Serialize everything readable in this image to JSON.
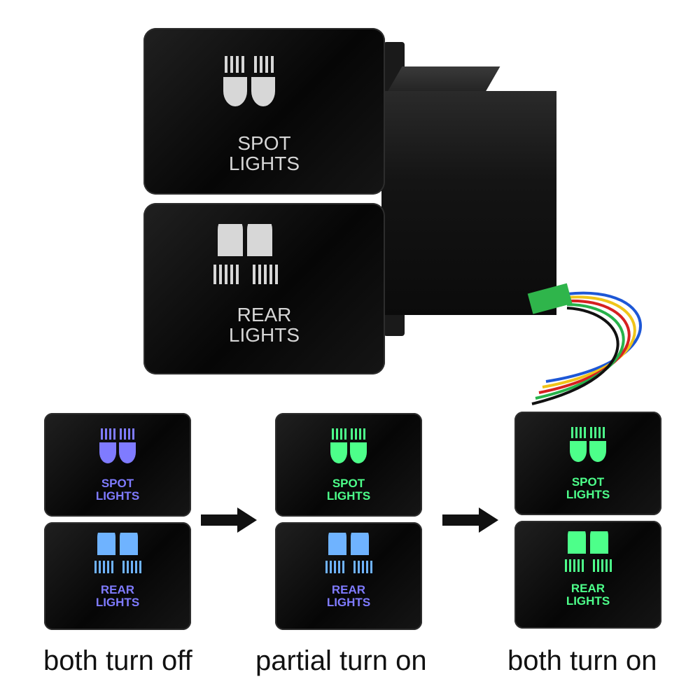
{
  "main_switch": {
    "top_label_line1": "SPOT",
    "top_label_line2": "LIGHTS",
    "bottom_label_line1": "REAR",
    "bottom_label_line2": "LIGHTS"
  },
  "states": [
    {
      "caption": "both turn off",
      "top_label_line1": "SPOT",
      "top_label_line2": "LIGHTS",
      "bottom_label_line1": "REAR",
      "bottom_label_line2": "LIGHTS",
      "top_color": "#7f7bff",
      "bottom_color": "#6fb3ff"
    },
    {
      "caption": "partial turn on",
      "top_label_line1": "SPOT",
      "top_label_line2": "LIGHTS",
      "bottom_label_line1": "REAR",
      "bottom_label_line2": "LIGHTS",
      "top_color": "#4dff8a",
      "bottom_color": "#6fb3ff"
    },
    {
      "caption": "both turn on",
      "top_label_line1": "SPOT",
      "top_label_line2": "LIGHTS",
      "bottom_label_line1": "REAR",
      "bottom_label_line2": "LIGHTS",
      "top_color": "#4dff8a",
      "bottom_color": "#4dff8a"
    }
  ],
  "colors": {
    "wire_colors": [
      "#1d57d6",
      "#f0c419",
      "#d62020",
      "#27b24a",
      "#111111"
    ]
  }
}
